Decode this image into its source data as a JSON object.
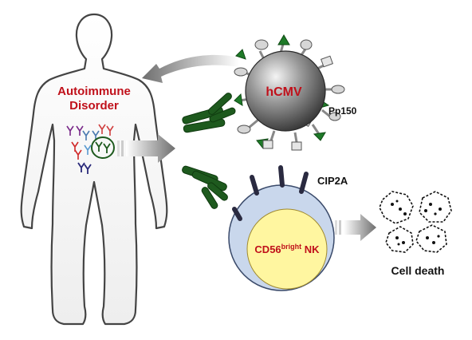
{
  "labels": {
    "autoimmune_line1": "Autoimmune",
    "autoimmune_line2": "Disorder",
    "virus": "hCMV",
    "virus_protein": "Pp150",
    "nk_protein": "CIP2A",
    "nk_cell_main": "CD56",
    "nk_cell_sup": "bright",
    "nk_cell_suffix": " NK",
    "outcome": "Cell death"
  },
  "colors": {
    "disorder_text": "#c0101a",
    "virus_text": "#c0101a",
    "nk_text": "#c0101a",
    "antibody_green": "#1e5a1e",
    "protrusion_green": "#1e7a28",
    "nk_outer": "#c9d7ec",
    "nk_inner": "#fff6a0",
    "receptor": "#2a2a40",
    "arrow_gray": "#8a8a8a"
  },
  "icons": [
    "human-body-outline-icon",
    "antibody-icon",
    "virus-particle-icon",
    "nk-cell-icon",
    "apoptotic-cell-icon",
    "gradient-arrow-icon"
  ]
}
